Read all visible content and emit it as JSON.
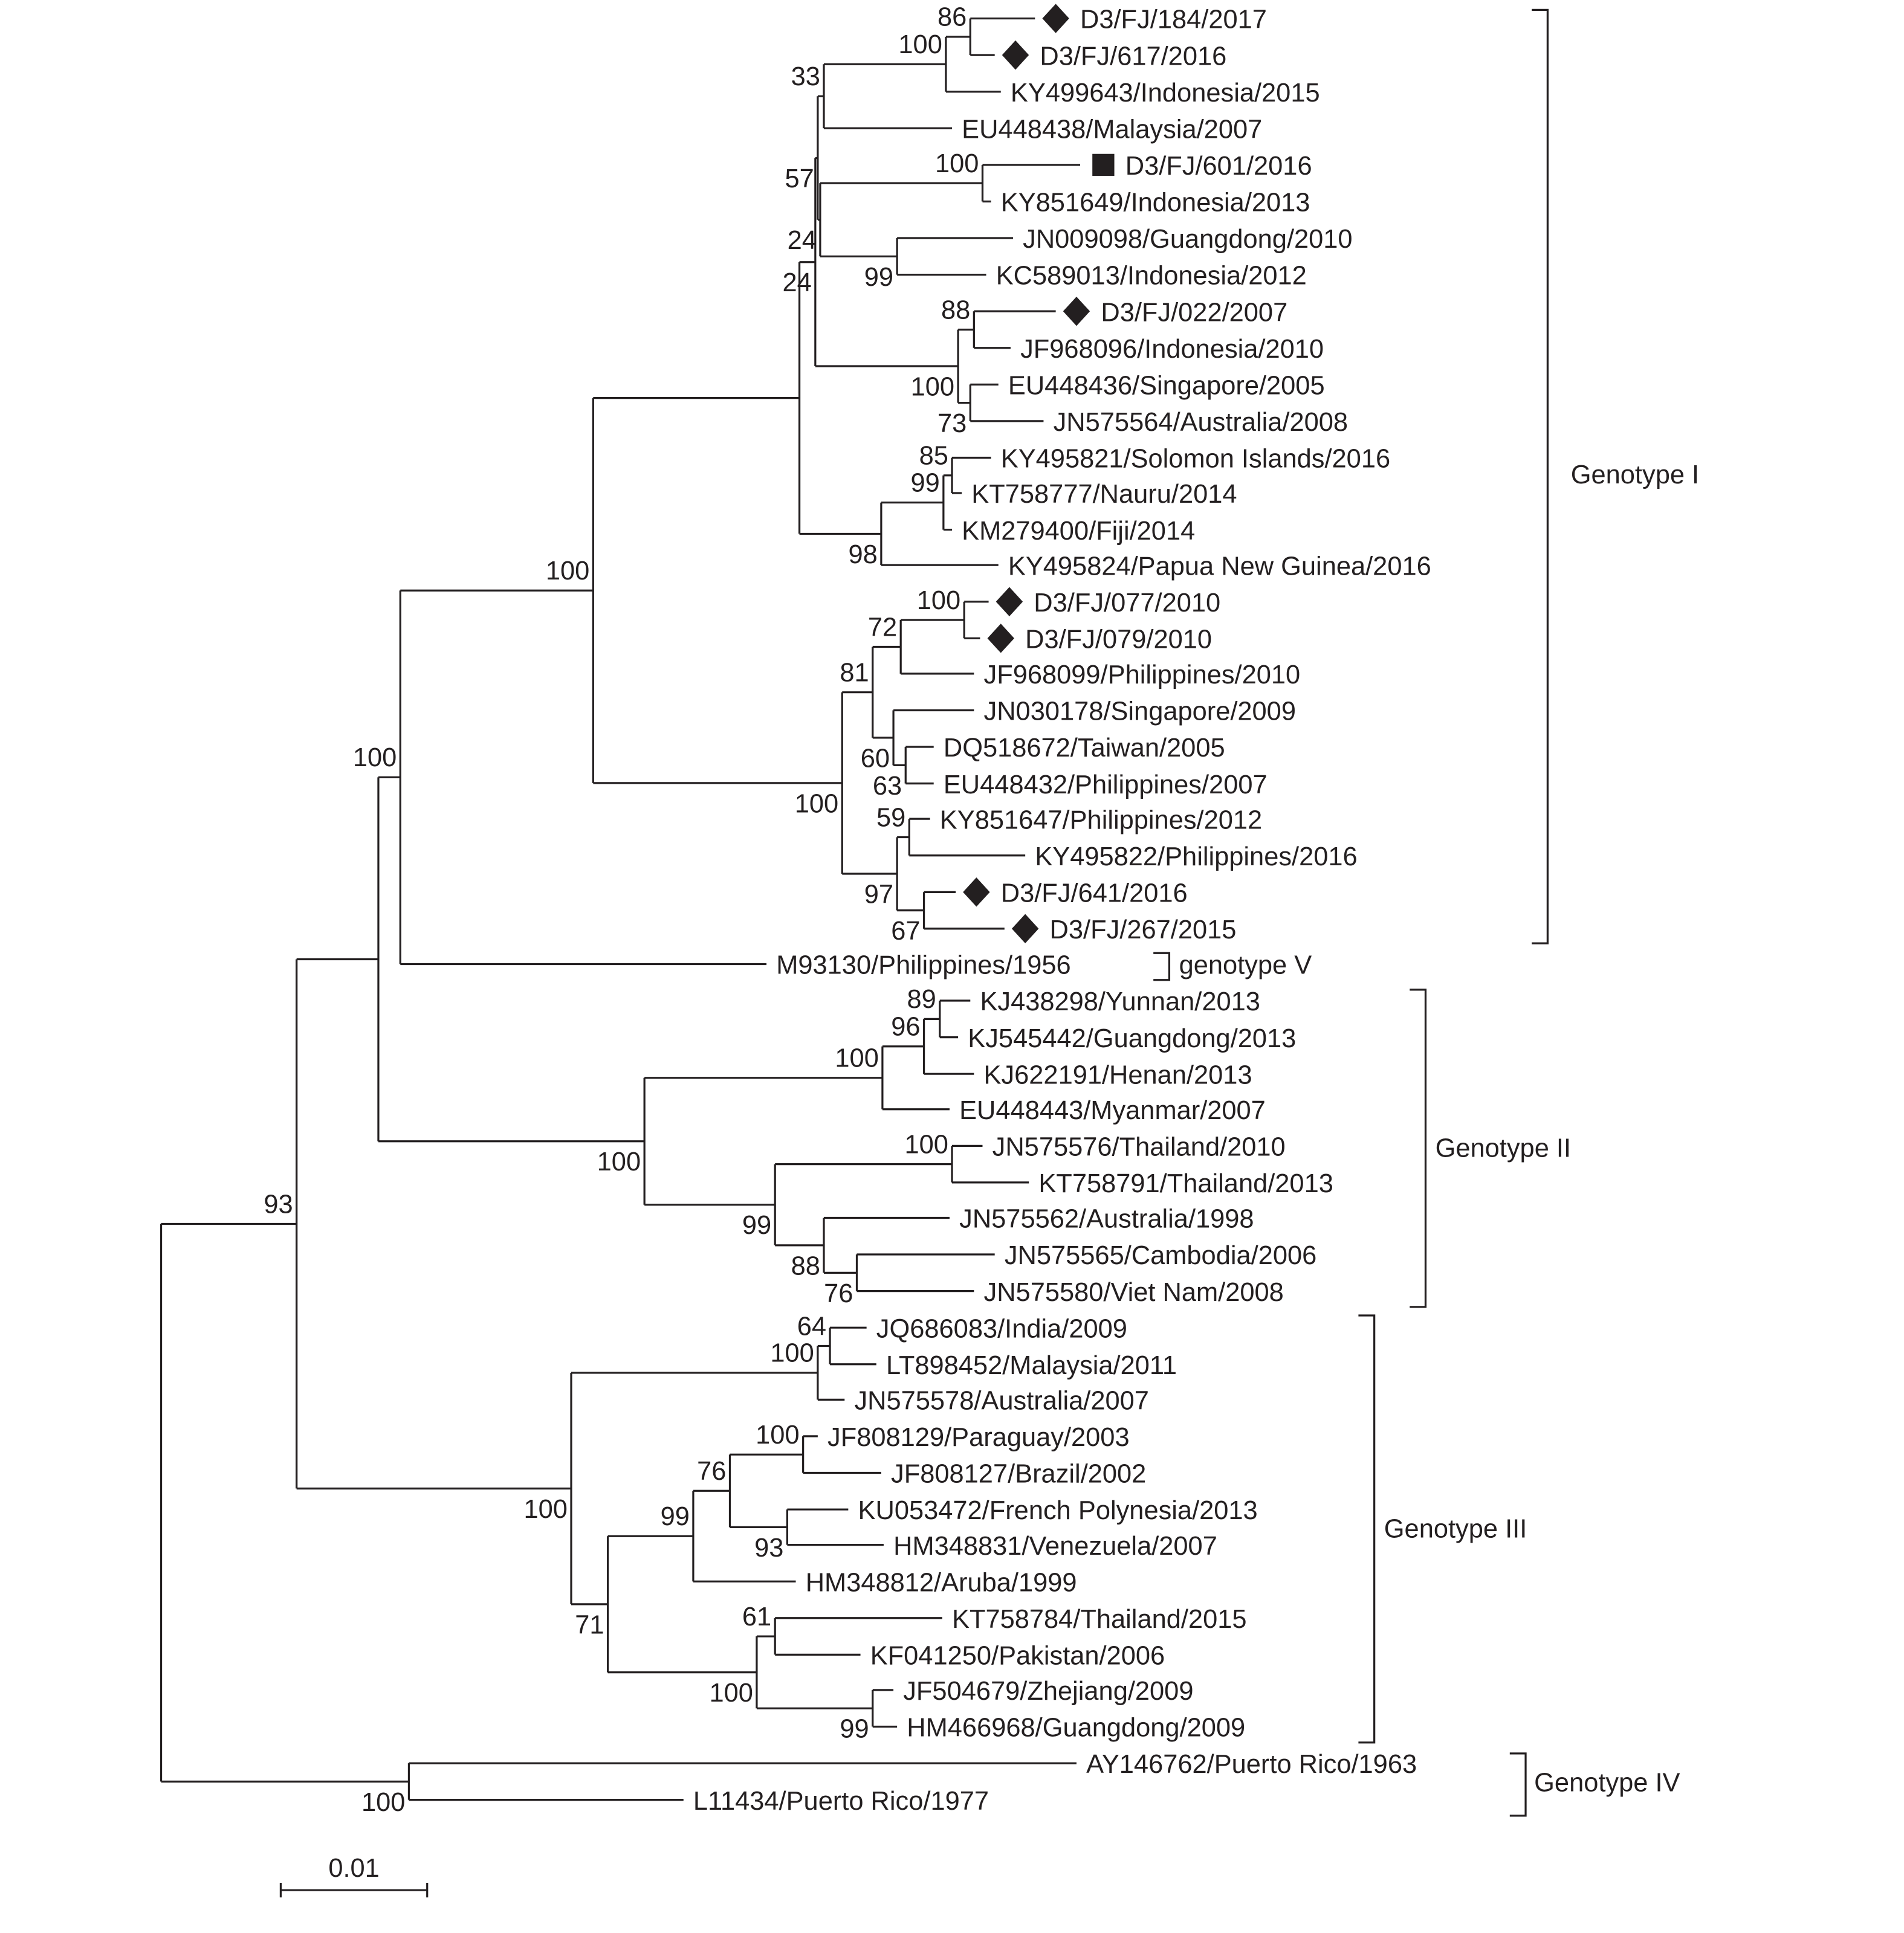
{
  "leaves": [
    {
      "label": "D3/FJ/184/2017",
      "marker": "diamond"
    },
    {
      "label": "D3/FJ/617/2016",
      "marker": "diamond"
    },
    {
      "label": "KY499643/Indonesia/2015"
    },
    {
      "label": "EU448438/Malaysia/2007"
    },
    {
      "label": "D3/FJ/601/2016",
      "marker": "square"
    },
    {
      "label": "KY851649/Indonesia/2013"
    },
    {
      "label": "JN009098/Guangdong/2010"
    },
    {
      "label": "KC589013/Indonesia/2012"
    },
    {
      "label": "D3/FJ/022/2007",
      "marker": "diamond"
    },
    {
      "label": "JF968096/Indonesia/2010"
    },
    {
      "label": "EU448436/Singapore/2005"
    },
    {
      "label": "JN575564/Australia/2008"
    },
    {
      "label": "KY495821/Solomon Islands/2016"
    },
    {
      "label": "KT758777/Nauru/2014"
    },
    {
      "label": "KM279400/Fiji/2014"
    },
    {
      "label": "KY495824/Papua New Guinea/2016"
    },
    {
      "label": "D3/FJ/077/2010",
      "marker": "diamond"
    },
    {
      "label": "D3/FJ/079/2010",
      "marker": "diamond"
    },
    {
      "label": "JF968099/Philippines/2010"
    },
    {
      "label": "JN030178/Singapore/2009"
    },
    {
      "label": "DQ518672/Taiwan/2005"
    },
    {
      "label": "EU448432/Philippines/2007"
    },
    {
      "label": "KY851647/Philippines/2012"
    },
    {
      "label": "KY495822/Philippines/2016"
    },
    {
      "label": "D3/FJ/641/2016",
      "marker": "diamond"
    },
    {
      "label": "D3/FJ/267/2015",
      "marker": "diamond"
    },
    {
      "label": "M93130/Philippines/1956"
    },
    {
      "label": "KJ438298/Yunnan/2013"
    },
    {
      "label": "KJ545442/Guangdong/2013"
    },
    {
      "label": "KJ622191/Henan/2013"
    },
    {
      "label": "EU448443/Myanmar/2007"
    },
    {
      "label": "JN575576/Thailand/2010"
    },
    {
      "label": "KT758791/Thailand/2013"
    },
    {
      "label": "JN575562/Australia/1998"
    },
    {
      "label": "JN575565/Cambodia/2006"
    },
    {
      "label": "JN575580/Viet Nam/2008"
    },
    {
      "label": "JQ686083/India/2009"
    },
    {
      "label": "LT898452/Malaysia/2011"
    },
    {
      "label": "JN575578/Australia/2007"
    },
    {
      "label": "JF808129/Paraguay/2003"
    },
    {
      "label": "JF808127/Brazil/2002"
    },
    {
      "label": "KU053472/French Polynesia/2013"
    },
    {
      "label": "HM348831/Venezuela/2007"
    },
    {
      "label": "HM348812/Aruba/1999"
    },
    {
      "label": "KT758784/Thailand/2015"
    },
    {
      "label": "KF041250/Pakistan/2006"
    },
    {
      "label": "JF504679/Zhejiang/2009"
    },
    {
      "label": "HM466968/Guangdong/2009"
    },
    {
      "label": "AY146762/Puerto Rico/1963"
    },
    {
      "label": "L11434/Puerto Rico/1977"
    }
  ],
  "bootstrap": {
    "g4": "100",
    "main": "93",
    "b": "100",
    "c": "100",
    "d": "24",
    "f": "57",
    "h": "33",
    "i": "24",
    "j": "100",
    "k": "86",
    "p": "100",
    "q": "99",
    "n1": "100",
    "n88": "88",
    "n73": "73",
    "e": "98",
    "r": "99",
    "s": "85",
    "g1b": "100",
    "t": "81",
    "v": "72",
    "w": "100",
    "x": "60",
    "y": "63",
    "u": "97",
    "z": "59",
    "aa": "67",
    "g2": "100",
    "ab": "100",
    "ad": "96",
    "ae": "89",
    "ac": "99",
    "af": "100",
    "ag": "88",
    "ah": "76",
    "g3": "100",
    "ai": "100",
    "aj": "64",
    "ak": "71",
    "al": "99",
    "am": "76",
    "an": "100",
    "ao": "93",
    "ap": "100",
    "aq": "61",
    "ar": "99"
  },
  "genotypes": {
    "g1": "Genotype I",
    "g5": "genotype V",
    "g2": "Genotype II",
    "g3": "Genotype III",
    "g4": "Genotype IV"
  },
  "scale_bar": {
    "label": "0.01"
  },
  "colors": {
    "ink": "#231f20"
  }
}
